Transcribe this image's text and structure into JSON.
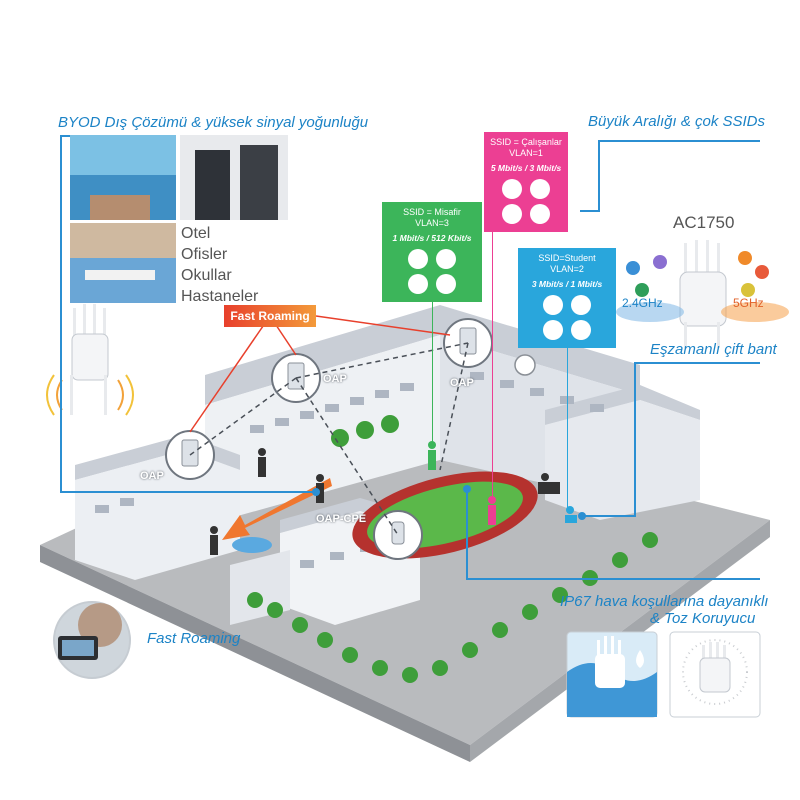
{
  "headings": {
    "byod": "BYOD Dış Çözümü & yüksek sinyal yoğunluğu",
    "range": "Büyük Aralığı & çok SSIDs",
    "dualband": "Eşzamanlı çift bant",
    "ip67_line1": "IP67 hava koşullarına dayanıklı",
    "ip67_line2": "& Toz Koruyucu",
    "fast_roaming_bottom": "Fast  Roaming"
  },
  "environments": [
    "Otel",
    "Ofisler",
    "Okullar",
    "Hastaneler"
  ],
  "ssids": [
    {
      "title": "SSID = Misafir",
      "vlan": "VLAN=3",
      "rate": "1 Mbit/s / 512 Kbit/s",
      "color": "#3cb55a"
    },
    {
      "title": "SSID = Çalışanlar",
      "vlan": "VLAN=1",
      "rate": "5 Mbit/s / 3 Mbit/s",
      "color": "#ec3f93"
    },
    {
      "title": "SSID=Student",
      "vlan": "VLAN=2",
      "rate": "3 Mbit/s / 1 Mbit/s",
      "color": "#29a6dc"
    }
  ],
  "product": {
    "model": "AC1750",
    "band_24": "2.4GHz",
    "band_5": "5GHz",
    "band_24_color": "#1c83c6",
    "band_5_color": "#e2622a"
  },
  "fast_roaming_label": "Fast Roaming",
  "ap_labels": {
    "oap_left": "OAP",
    "oap_mid": "OAP",
    "oap_right": "OAP",
    "oap_cpe": "OAP-CPE"
  },
  "colors": {
    "accent_blue": "#1c83c6",
    "fast_roaming": "#e8402c",
    "field_green": "#5bb84a",
    "track_red": "#b5322e"
  }
}
